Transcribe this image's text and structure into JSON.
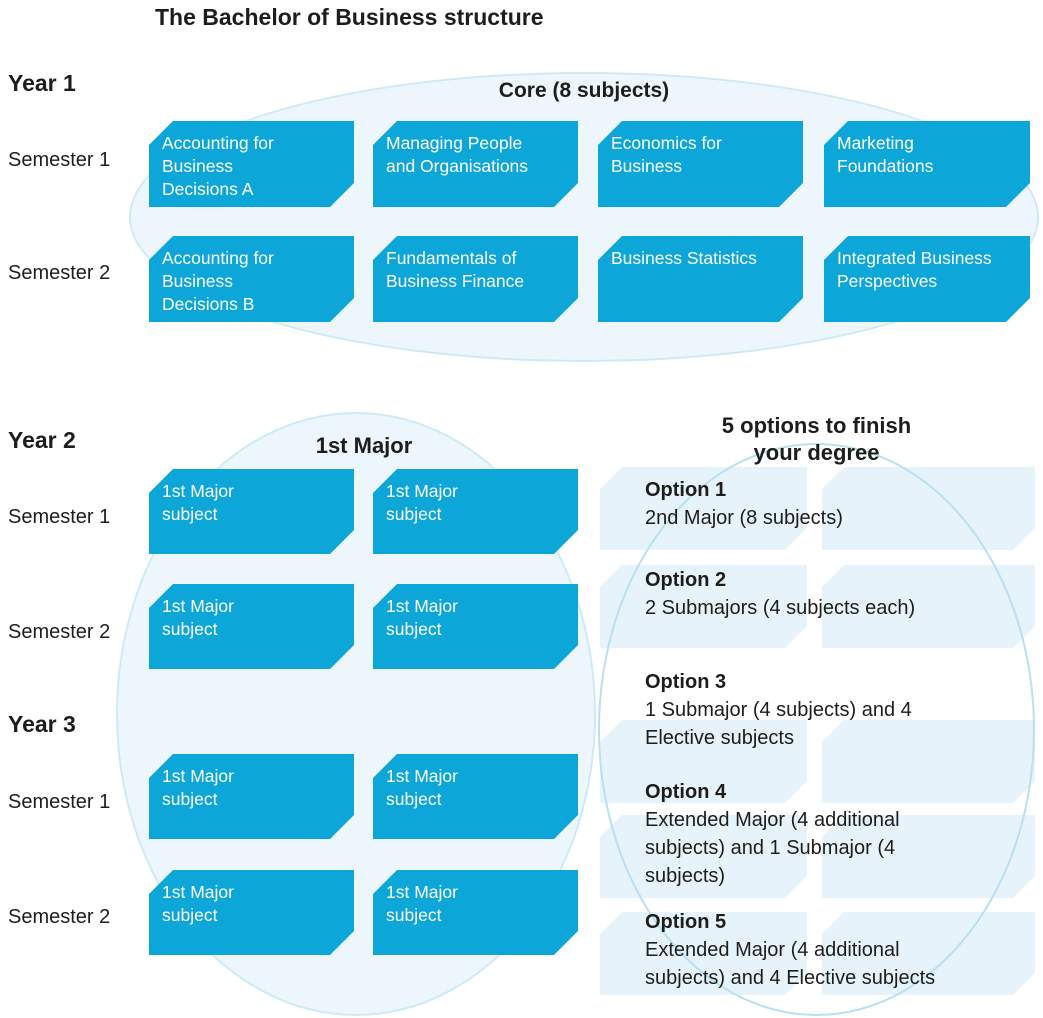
{
  "title": "The Bachelor of Business structure",
  "year1": {
    "label": "Year 1",
    "core_heading": "Core (8 subjects)",
    "semester1": {
      "label": "Semester 1",
      "subjects": [
        "Accounting for\nBusiness\nDecisions A",
        "Managing People\nand Organisations",
        "Economics for\nBusiness",
        "Marketing\nFoundations"
      ]
    },
    "semester2": {
      "label": "Semester 2",
      "subjects": [
        "Accounting for\nBusiness\nDecisions B",
        "Fundamentals of\nBusiness Finance",
        "Business Statistics",
        "Integrated Business\nPerspectives"
      ]
    }
  },
  "majors": {
    "heading": "1st Major",
    "year2_label": "Year 2",
    "year3_label": "Year 3",
    "year2_semester1_label": "Semester 1",
    "year2_semester2_label": "Semester 2",
    "year3_semester1_label": "Semester 1",
    "year3_semester2_label": "Semester 2",
    "subject_text": "1st Major\nsubject"
  },
  "options_panel": {
    "heading": "5 options to finish\nyour degree",
    "options": [
      {
        "name": "Option 1",
        "description": "2nd Major (8 subjects)"
      },
      {
        "name": "Option 2",
        "description": "2 Submajors (4 subjects each)"
      },
      {
        "name": "Option 3",
        "description": "1 Submajor (4 subjects) and 4\nElective subjects"
      },
      {
        "name": "Option 4",
        "description": "Extended Major (4 additional\nsubjects) and 1 Submajor (4\nsubjects)"
      },
      {
        "name": "Option 5",
        "description": "Extended Major (4 additional\nsubjects) and 4 Elective subjects"
      }
    ]
  },
  "colors": {
    "box_cyan": "#0da6d8",
    "box_text": "#ffffff",
    "ellipse_fill": "#edf6fc",
    "ellipse_stroke": "#cfeaf7",
    "options_ellipse_stroke": "#b8e0f2",
    "ghost_fill": "#e6f3fa"
  }
}
